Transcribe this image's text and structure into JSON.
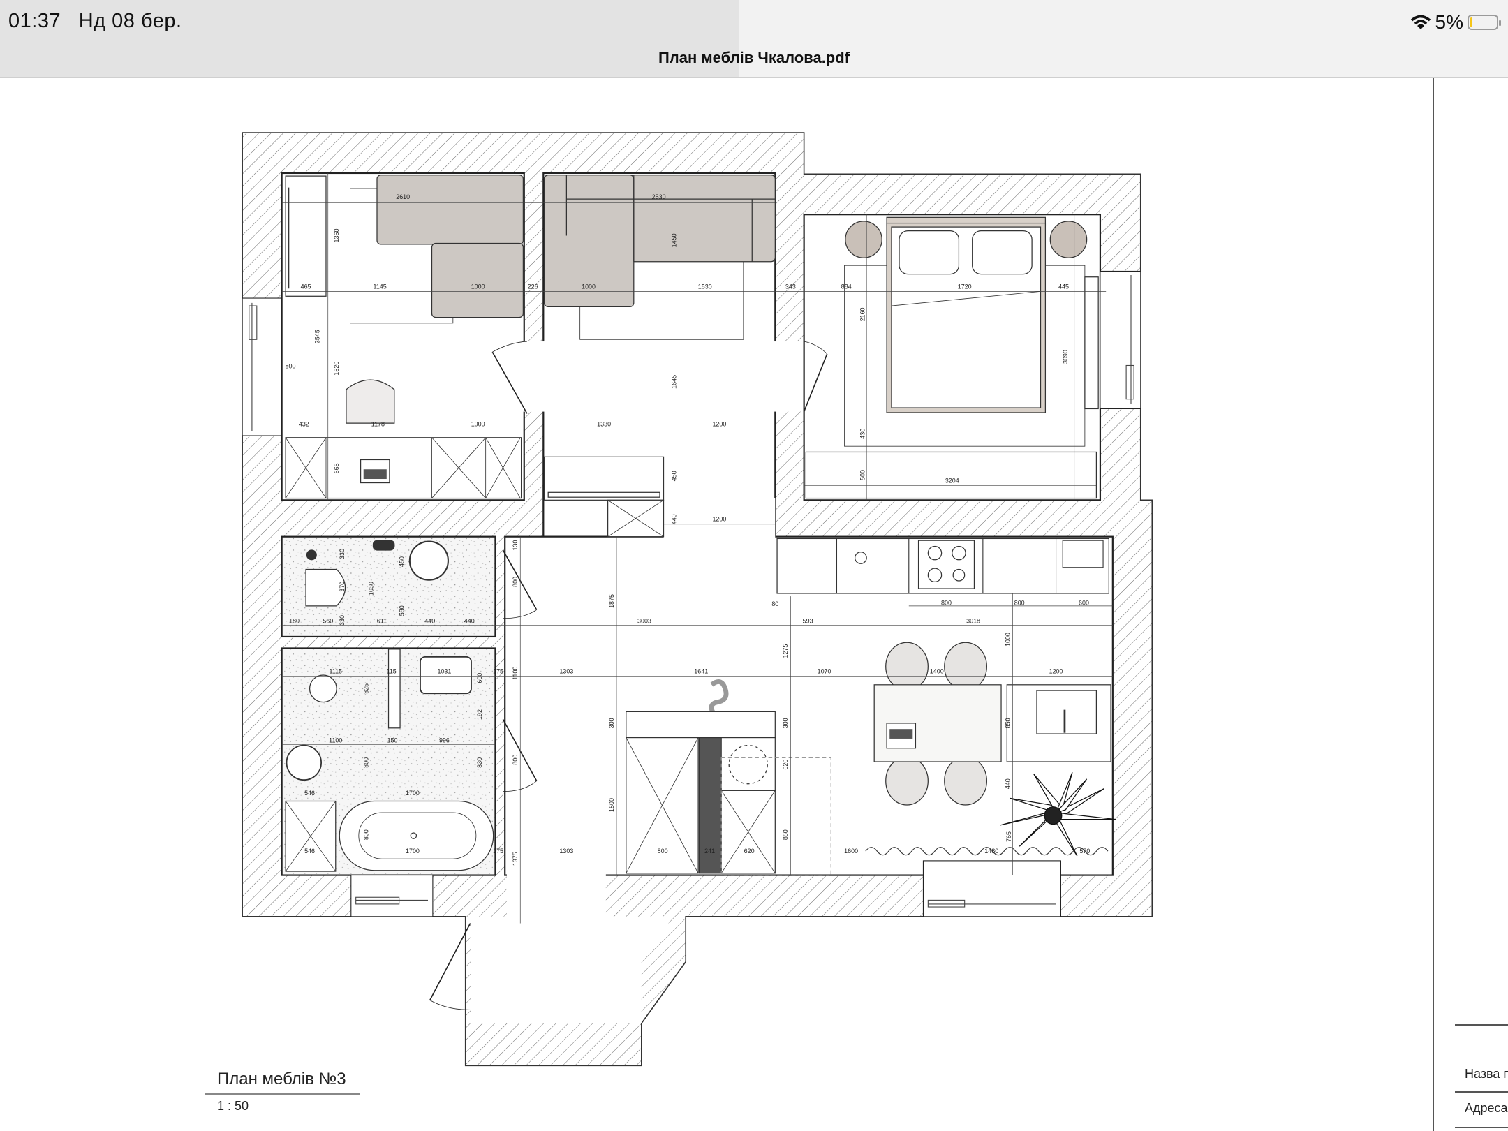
{
  "status_bar": {
    "time": "01:37",
    "date": "Нд 08 бер.",
    "battery_percent": "5%",
    "battery_level": 0.05
  },
  "document": {
    "title": "План меблів Чкалова.pdf"
  },
  "plan": {
    "title": "План меблів №3",
    "scale": "1 : 50",
    "dimensions": [
      "2610",
      "2530",
      "1360",
      "1450",
      "465",
      "1145",
      "1000",
      "226",
      "1000",
      "1530",
      "343",
      "884",
      "1720",
      "445",
      "2160",
      "3545",
      "3090",
      "800",
      "1520",
      "1645",
      "432",
      "1178",
      "1000",
      "1330",
      "1200",
      "430",
      "665",
      "450",
      "500",
      "3204",
      "440",
      "1200",
      "130",
      "330",
      "450",
      "370",
      "1030",
      "800",
      "1875",
      "580",
      "330",
      "180",
      "560",
      "611",
      "440",
      "440",
      "3003",
      "80",
      "800",
      "800",
      "600",
      "593",
      "3018",
      "1000",
      "1275",
      "1115",
      "115",
      "1031",
      "175",
      "1100",
      "1303",
      "1641",
      "1070",
      "1400",
      "1200",
      "600",
      "825",
      "192",
      "300",
      "300",
      "850",
      "1100",
      "150",
      "996",
      "800",
      "830",
      "800",
      "620",
      "546",
      "1700",
      "440",
      "1500",
      "880",
      "800",
      "765",
      "546",
      "1700",
      "175",
      "1303",
      "800",
      "241",
      "620",
      "1600",
      "1480",
      "570",
      "1375"
    ]
  },
  "title_block": {
    "name_label": "Назва п",
    "address_label": "Адреса"
  },
  "colors": {
    "sofa": "#cdc8c3",
    "wall_hatch": "#555555",
    "battery": "#f5c518"
  }
}
